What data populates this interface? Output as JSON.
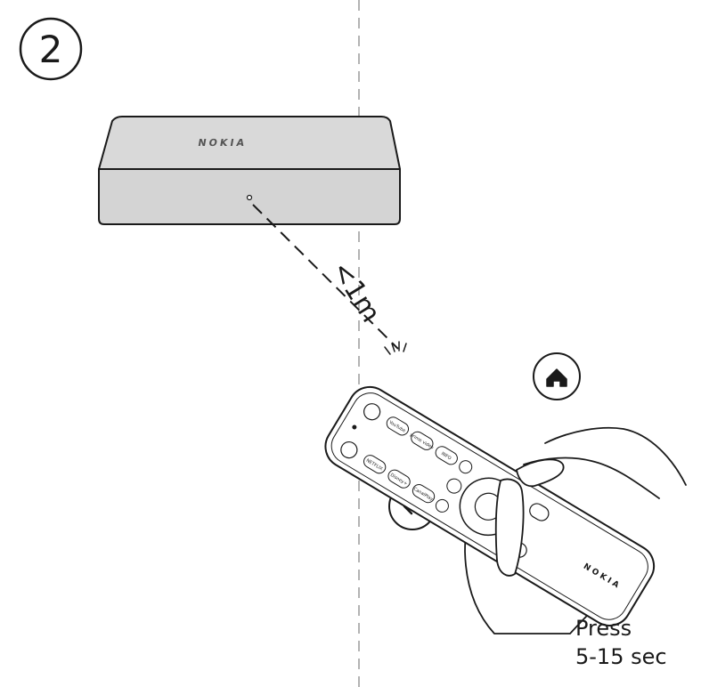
{
  "step": {
    "number": "2"
  },
  "device": {
    "brand": "NOKIA"
  },
  "distance": {
    "label": "<1m"
  },
  "remote": {
    "brand": "NOKIA",
    "buttons": {
      "youtube": "YouTube",
      "netflix": "NETFLIX",
      "prime": "prime video",
      "disney": "Disney+",
      "app": "CanalPlay",
      "info": "INFO"
    }
  },
  "callouts": {
    "home": {
      "icon": "home-icon"
    },
    "back": {
      "icon": "back-arrow-icon"
    }
  },
  "instruction": {
    "line1": "Press",
    "line2": "5-15 sec"
  },
  "colors": {
    "line": "#1a1a1a",
    "device_fill": "#d9d9d9",
    "remote_fill": "#ffffff",
    "divider": "#9a9a9a"
  }
}
